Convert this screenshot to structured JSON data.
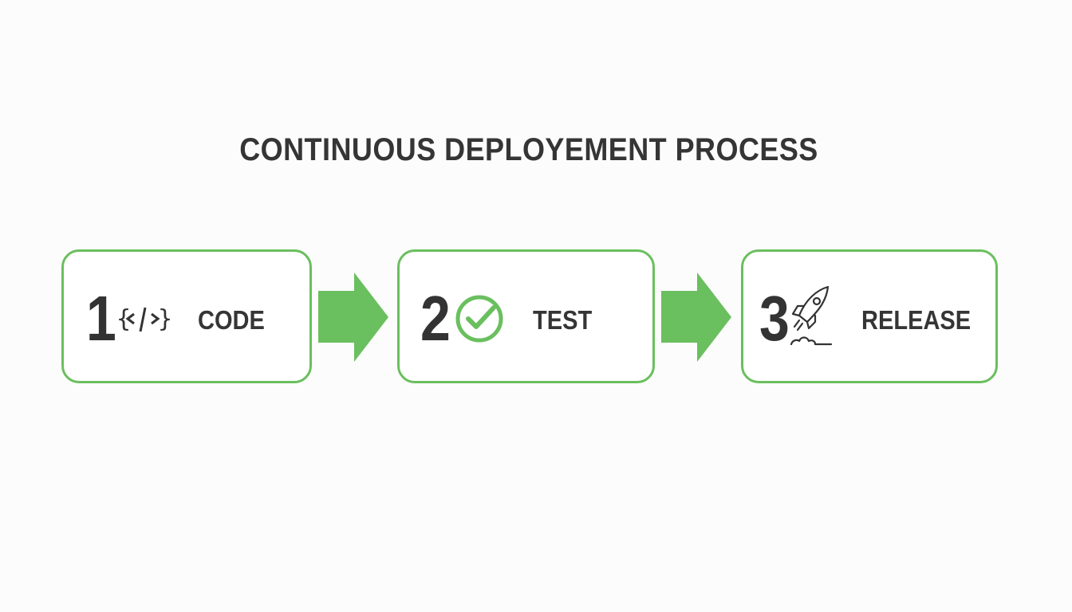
{
  "title": "CONTINUOUS DEPLOYEMENT PROCESS",
  "colors": {
    "accent": "#6abf5e",
    "text": "#353535"
  },
  "steps": [
    {
      "number": "1",
      "icon": "code-icon",
      "label": "CODE"
    },
    {
      "number": "2",
      "icon": "check-circle-icon",
      "label": "TEST"
    },
    {
      "number": "3",
      "icon": "rocket-icon",
      "label": "RELEASE"
    }
  ]
}
